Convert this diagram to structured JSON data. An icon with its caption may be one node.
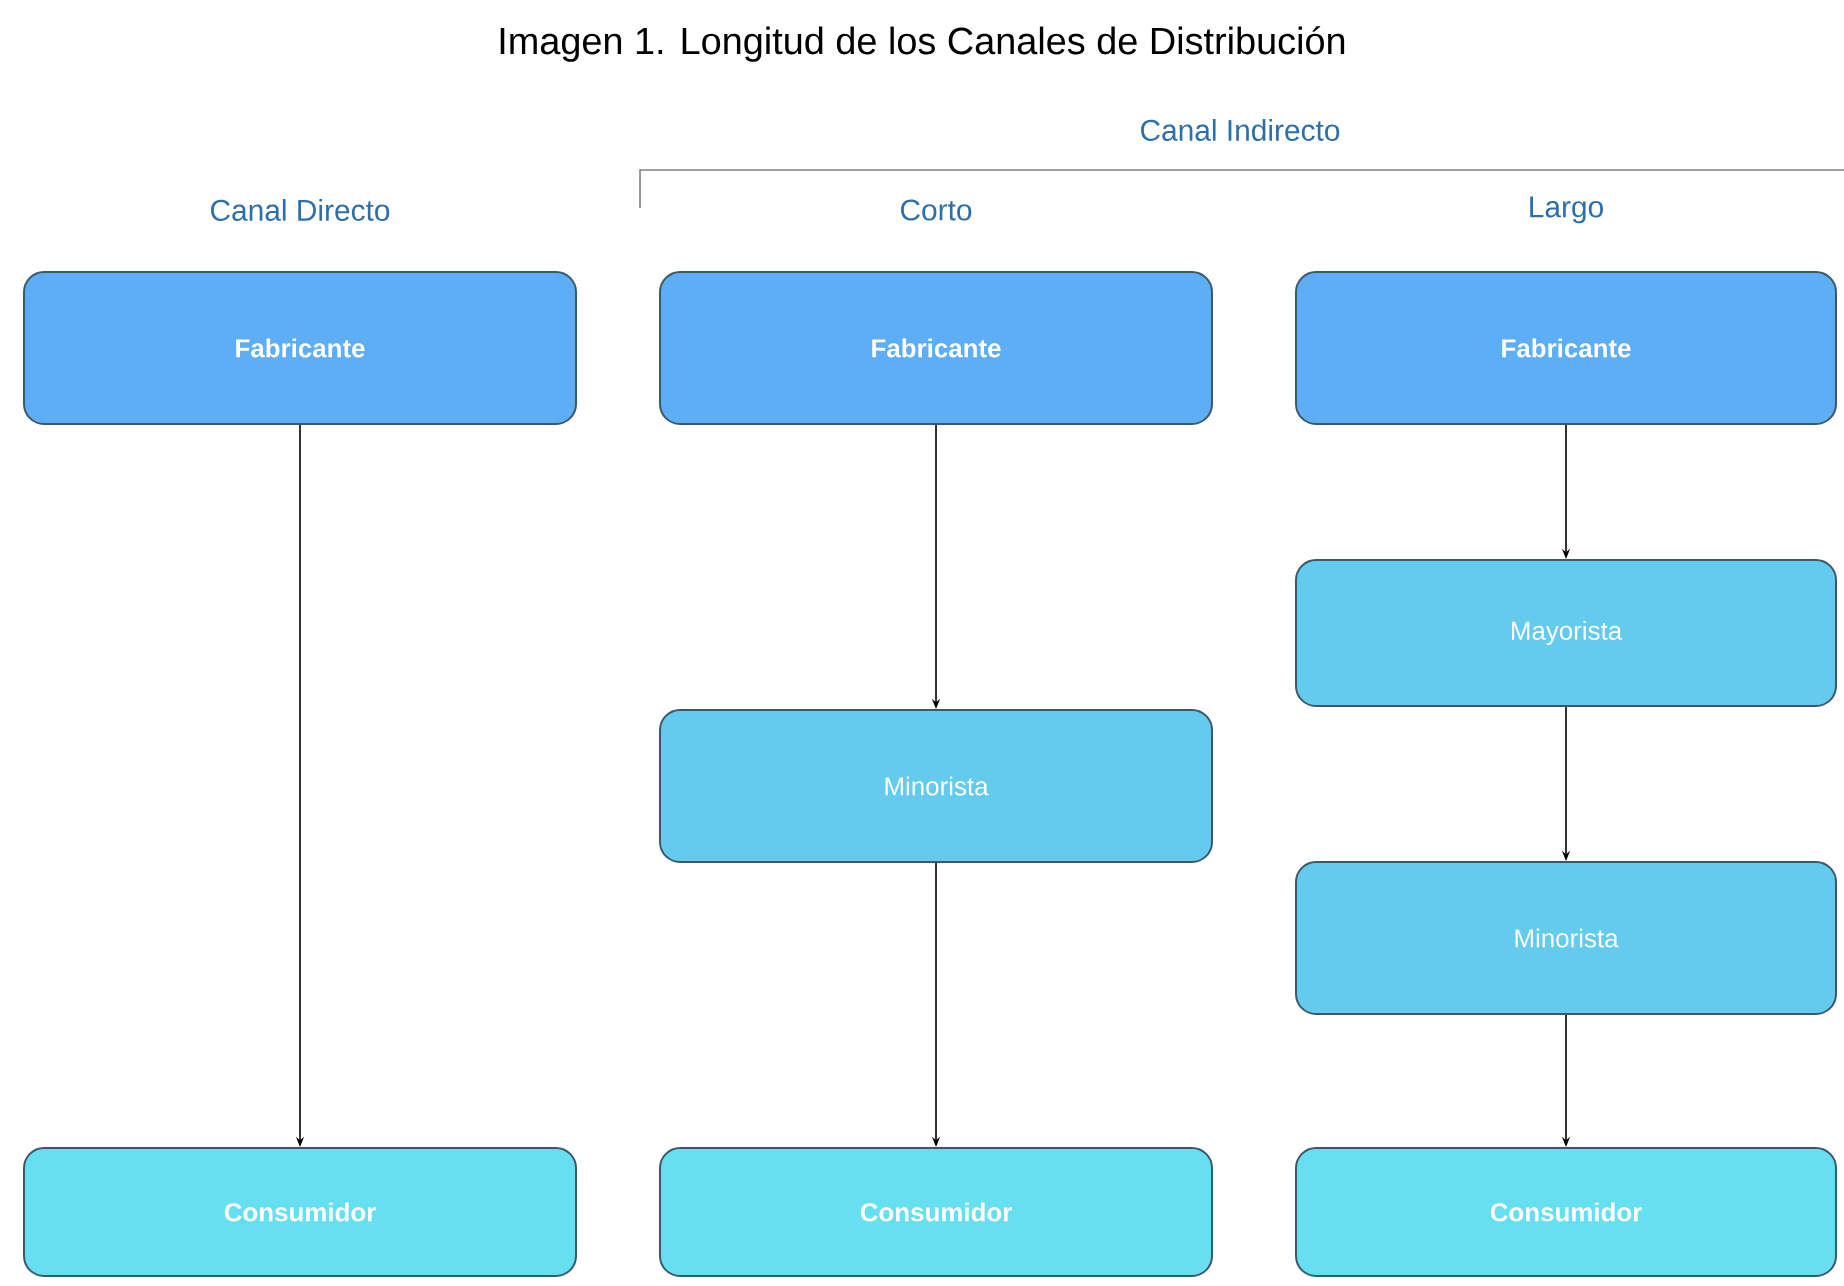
{
  "diagram": {
    "title": "Imagen 1. Longitud de los Canales de Distribución",
    "nodes": [
      {
        "text": [
          "Fabricante"
        ]
      },
      {
        "text": [
          "Consumidor"
        ]
      },
      {
        "text": [
          "Fabricante"
        ]
      },
      {
        "text": [
          "Minorista"
        ]
      },
      {
        "text": [
          "Consumidor"
        ]
      },
      {
        "text": [
          "Fabricante"
        ]
      },
      {
        "text": [
          "Mayorista"
        ]
      },
      {
        "text": [
          "Minorista"
        ]
      },
      {
        "text": [
          "Consumidor"
        ]
      }
    ],
    "edges": [
      {
        "from": 0,
        "to": 1,
        "arrow": "to"
      },
      {
        "from": 2,
        "to": 3,
        "arrow": "to"
      },
      {
        "from": 3,
        "to": 4,
        "arrow": "to"
      },
      {
        "from": 5,
        "to": 6,
        "arrow": "to"
      },
      {
        "from": 6,
        "to": 7,
        "arrow": "to"
      },
      {
        "from": 7,
        "to": 8,
        "arrow": "to"
      }
    ],
    "labels": [
      "Canal Indirecto",
      "Canal Directo",
      "Corto",
      "Largo"
    ]
  }
}
